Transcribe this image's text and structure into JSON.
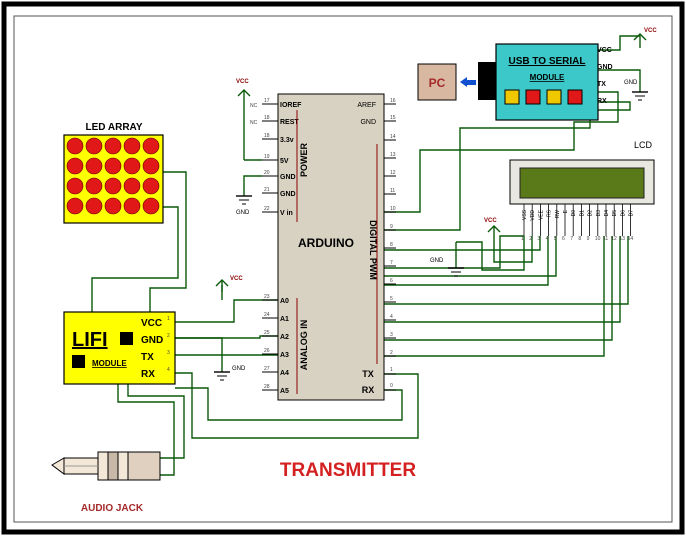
{
  "title": "TRANSMITTER",
  "colors": {
    "background": "#ffffff",
    "border": "#000000",
    "wire": "#0a5a0a",
    "title": "#d42020",
    "arduino_body": "#d8d2c2",
    "led_array_body": "#ffff00",
    "led": "#e01818",
    "lifi_body": "#ffff00",
    "usb_body": "#3cc8c8",
    "pc_body": "#d8b8a0",
    "lcd_screen": "#5a7a1a"
  },
  "power": {
    "vcc": "VCC",
    "gnd": "GND"
  },
  "arduino": {
    "name": "ARDUINO",
    "power_group": "POWER",
    "analog_group": "ANALOG IN",
    "digital_group": "DIGITAL PWM",
    "left_pins": [
      {
        "label": "IOREF",
        "num": "17",
        "nc": "NC"
      },
      {
        "label": "REST",
        "num": "18",
        "nc": "NC"
      },
      {
        "label": "3.3v",
        "num": "18",
        "nc": ""
      },
      {
        "label": "5V",
        "num": "19",
        "nc": ""
      },
      {
        "label": "GND",
        "num": "20",
        "nc": ""
      },
      {
        "label": "GND",
        "num": "21",
        "nc": ""
      },
      {
        "label": "V in",
        "num": "22",
        "nc": ""
      }
    ],
    "analog_pins": [
      {
        "label": "A0",
        "num": "23"
      },
      {
        "label": "A1",
        "num": "24"
      },
      {
        "label": "A2",
        "num": "25"
      },
      {
        "label": "A3",
        "num": "26"
      },
      {
        "label": "A4",
        "num": "27"
      },
      {
        "label": "A5",
        "num": "28"
      }
    ],
    "right_top_pins": [
      {
        "label": "AREF",
        "num": "16"
      },
      {
        "label": "GND",
        "num": "15"
      }
    ],
    "digital_nums": [
      "14",
      "13",
      "12",
      "11",
      "10",
      "9",
      "8",
      "7",
      "6",
      "5",
      "4",
      "3",
      "2"
    ],
    "tx": {
      "label": "TX",
      "num": "1"
    },
    "rx": {
      "label": "RX",
      "num": "0"
    }
  },
  "led_array": {
    "label": "LED ARRAY"
  },
  "lifi": {
    "text": "LIFI",
    "module": "MODULE",
    "pins": [
      {
        "label": "VCC",
        "num": "1"
      },
      {
        "label": "GND",
        "num": "2"
      },
      {
        "label": "TX",
        "num": "3"
      },
      {
        "label": "RX",
        "num": "4"
      }
    ]
  },
  "usb_serial": {
    "title": "USB TO SERIAL",
    "module": "MODULE",
    "pins": [
      "VCC",
      "GND",
      "TX",
      "RX"
    ]
  },
  "pc": {
    "label": "PC"
  },
  "lcd": {
    "label": "LCD",
    "pins": [
      "VSS",
      "VDD",
      "VEE",
      "RS",
      "RW",
      "E",
      "D0",
      "D1",
      "D2",
      "D3",
      "D4",
      "D5",
      "D6",
      "D7"
    ],
    "pin_nums": [
      "1",
      "2",
      "3",
      "4",
      "5",
      "6",
      "7",
      "8",
      "9",
      "10",
      "11",
      "12",
      "13",
      "14"
    ]
  },
  "audio_jack": {
    "label": "AUDIO JACK"
  }
}
